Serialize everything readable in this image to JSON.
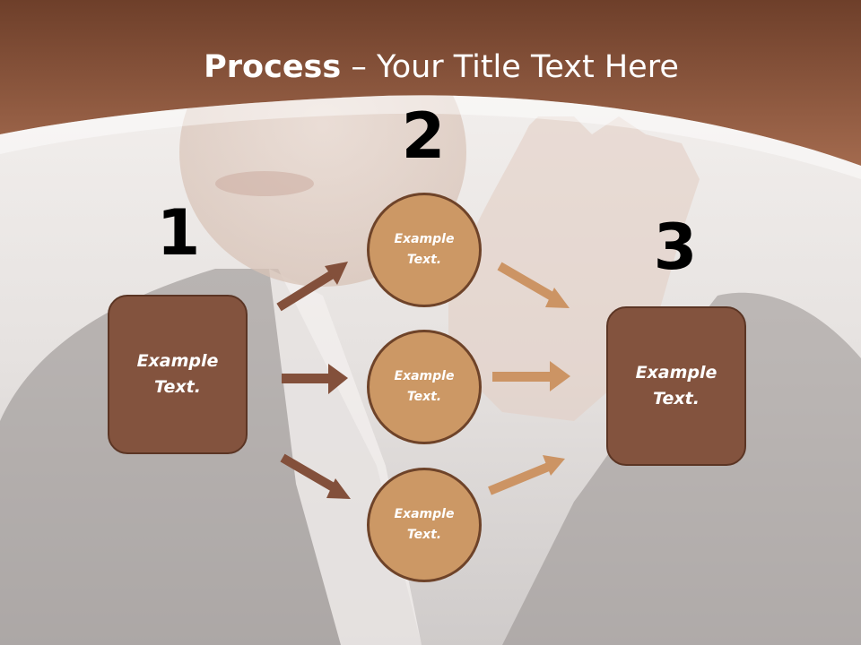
{
  "slide": {
    "title_bold": "Process",
    "title_rest": " – Your Title Text Here",
    "colors": {
      "header_brown": "#7f4a33",
      "box_fill": "#83533e",
      "circle_fill": "#cc9865",
      "arrow_dark": "#83503b",
      "arrow_light": "#cc9464"
    }
  },
  "steps": {
    "step1": {
      "number": "1",
      "label": "Example\nText."
    },
    "step2": {
      "number": "2",
      "items": [
        {
          "label": "Example\nText."
        },
        {
          "label": "Example\nText."
        },
        {
          "label": "Example\nText."
        }
      ]
    },
    "step3": {
      "number": "3",
      "label": "Example\nText."
    }
  }
}
